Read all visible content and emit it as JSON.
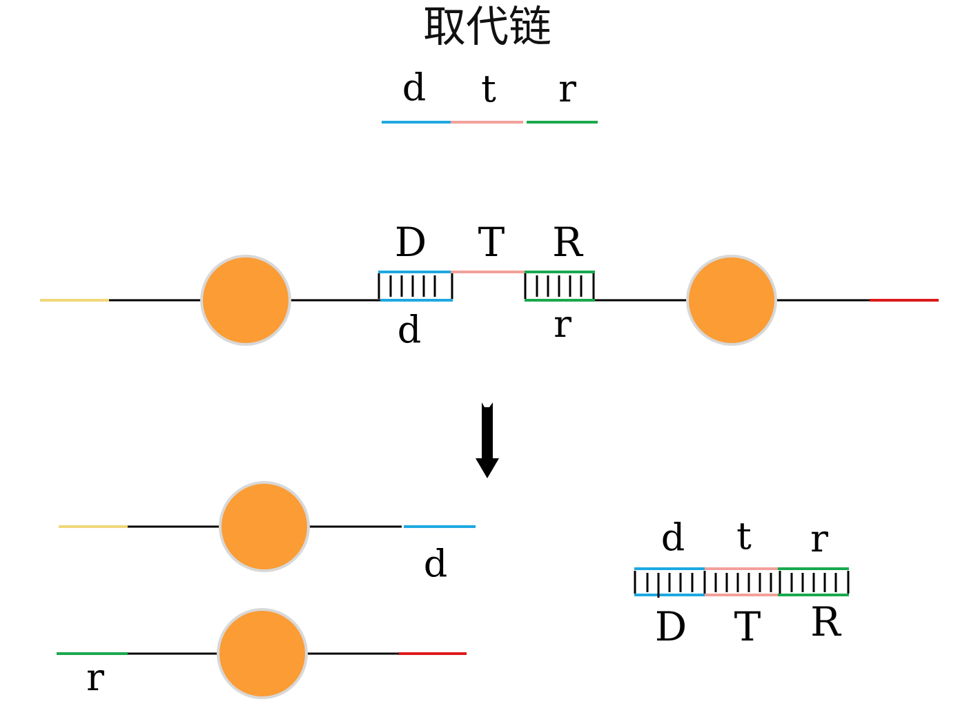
{
  "title": "取代链",
  "colors": {
    "toehold_blue": "#1ea8e0",
    "segment_pink": "#f2a09a",
    "strand_green": "#1aa84e",
    "yellow_end": "#f0d77a",
    "red_end": "#dd1a1a",
    "bead_orange": "#fb9c35",
    "bead_ring": "#d8d8d8",
    "backbone": "#000000"
  },
  "replacing_strand": {
    "labels": [
      "d",
      "t",
      "r"
    ]
  },
  "complex": {
    "top_labels": [
      "D",
      "T",
      "R"
    ],
    "bottom_labels": [
      "d",
      "r"
    ]
  },
  "products": {
    "upper_strand_label": "d",
    "lower_strand_label": "r",
    "duplex_top_labels": [
      "d",
      "t",
      "r"
    ],
    "duplex_bottom_labels": [
      "D",
      "T",
      "R"
    ]
  },
  "icons": {
    "arrow": "arrow-down-icon",
    "bead": "bead-circle"
  }
}
